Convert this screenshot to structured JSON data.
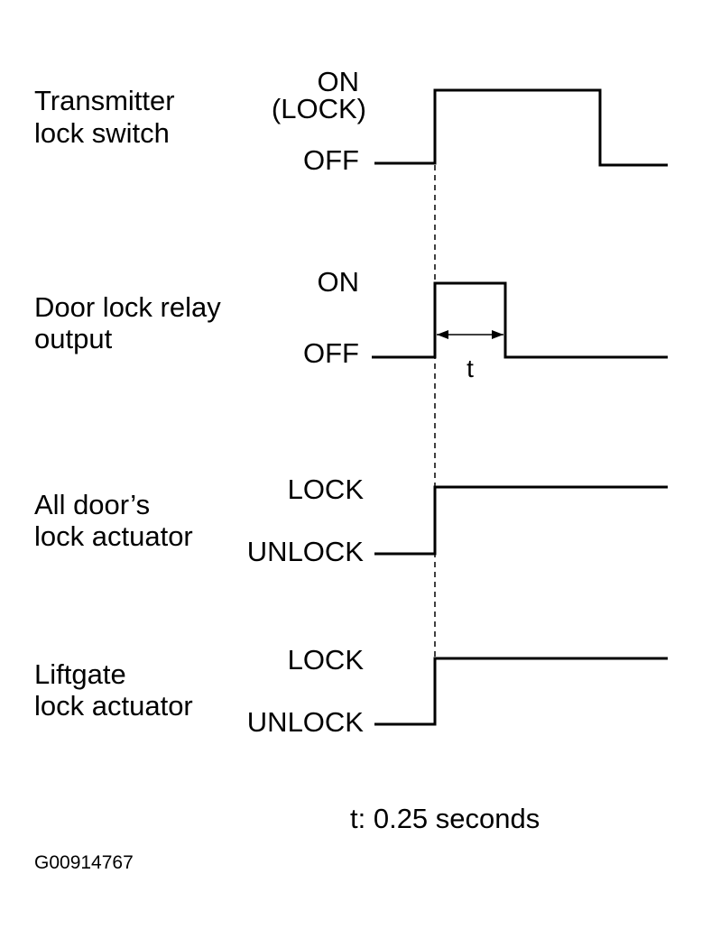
{
  "signals": [
    {
      "name_line1": "Transmitter",
      "name_line2": "lock switch",
      "high_state": "ON",
      "high_state_extra": "(LOCK)",
      "low_state": "OFF"
    },
    {
      "name_line1": "Door lock relay",
      "name_line2": "output",
      "high_state": "ON",
      "high_state_extra": "",
      "low_state": "OFF"
    },
    {
      "name_line1": "All door’s",
      "name_line2": "lock actuator",
      "high_state": "LOCK",
      "high_state_extra": "",
      "low_state": "UNLOCK"
    },
    {
      "name_line1": "Liftgate",
      "name_line2": "lock actuator",
      "high_state": "LOCK",
      "high_state_extra": "",
      "low_state": "UNLOCK"
    }
  ],
  "pulse_label": "t",
  "footnote": "t: 0.25 seconds",
  "figure_code": "G00914767",
  "colors": {
    "line": "#000000",
    "background": "#ffffff"
  }
}
